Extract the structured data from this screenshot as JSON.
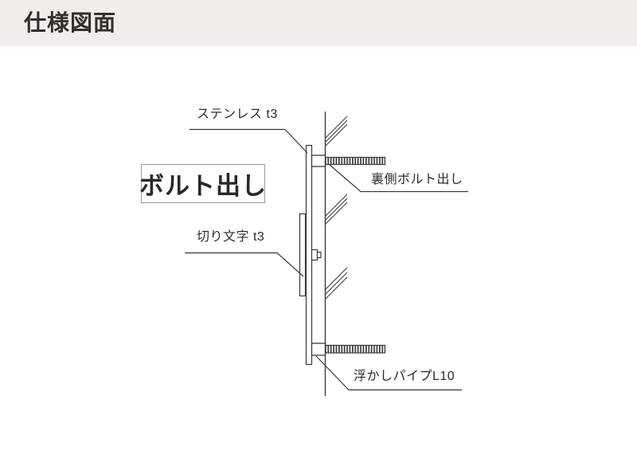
{
  "header": {
    "title": "仕様図面"
  },
  "diagram": {
    "sign_sample_text": "ボルト出し",
    "callouts": {
      "stainless": "ステンレス t3",
      "back_bolt": "裏側ボルト出し",
      "cut_letter": "切り文字 t3",
      "spacer_pipe": "浮かしパイプL10"
    },
    "colors": {
      "header_background": "#f2edeb",
      "title_text": "#332f2d",
      "drawing_line": "#3a3a3a",
      "label_text": "#2e2b29",
      "sign_box_border": "#9b9b9b"
    }
  }
}
